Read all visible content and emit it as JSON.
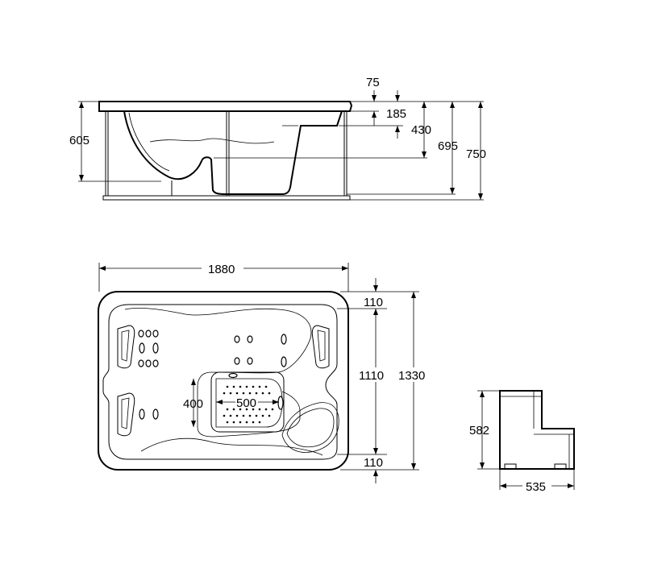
{
  "dimensions": {
    "side_view": {
      "rim_top": "75",
      "seat_step": "185",
      "depth_430": "430",
      "height_605": "605",
      "height_695": "695",
      "height_750": "750"
    },
    "plan_view": {
      "length": "1880",
      "border_top": "110",
      "inner_width": "1110",
      "total_width": "1330",
      "border_bottom": "110",
      "headrest_height": "400",
      "headrest_width": "500"
    },
    "step": {
      "height": "582",
      "depth": "535"
    }
  }
}
